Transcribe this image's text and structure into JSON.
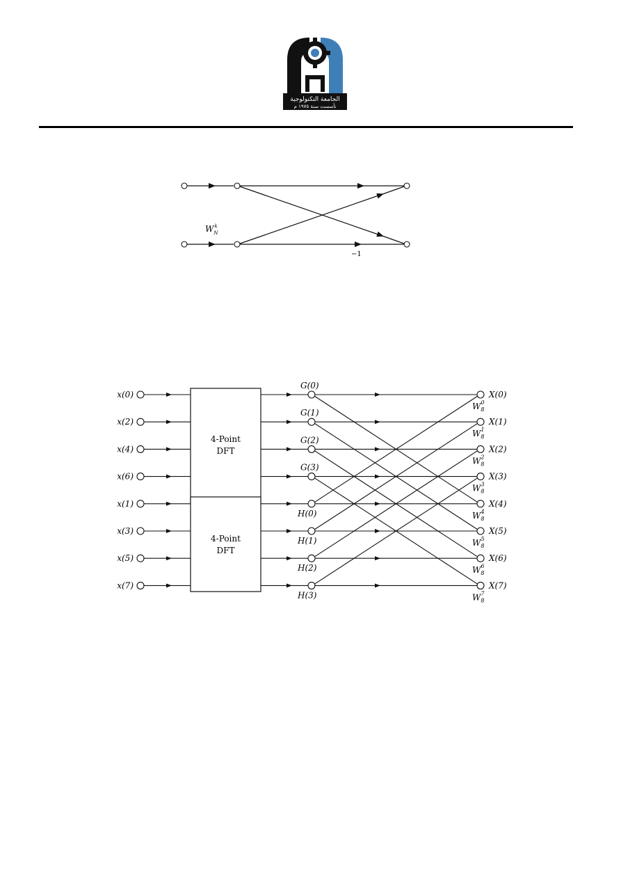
{
  "header": {
    "logo_icon": "university-arch-gear-logo",
    "logo_text": "الجامعة التكنولوجية",
    "logo_subtext": "تأسست سنة ١٩٧٥ م"
  },
  "butterfly": {
    "weight_base": "W",
    "weight_sub": "N",
    "weight_sup": "k",
    "minus_label": "−1"
  },
  "fft": {
    "inputs": [
      "x(0)",
      "x(2)",
      "x(4)",
      "x(6)",
      "x(1)",
      "x(3)",
      "x(5)",
      "x(7)"
    ],
    "box_top": [
      "4-Point",
      "DFT"
    ],
    "box_bottom": [
      "4-Point",
      "DFT"
    ],
    "g_labels": [
      "G(0)",
      "G(1)",
      "G(2)",
      "G(3)"
    ],
    "h_labels": [
      "H(0)",
      "H(1)",
      "H(2)",
      "H(3)"
    ],
    "outputs": [
      "X(0)",
      "X(1)",
      "X(2)",
      "X(3)",
      "X(4)",
      "X(5)",
      "X(6)",
      "X(7)"
    ],
    "twiddle_base": "W",
    "twiddle_sub": "8",
    "twiddle_sups": [
      "0",
      "1",
      "2",
      "3",
      "4",
      "5",
      "6",
      "7"
    ]
  }
}
